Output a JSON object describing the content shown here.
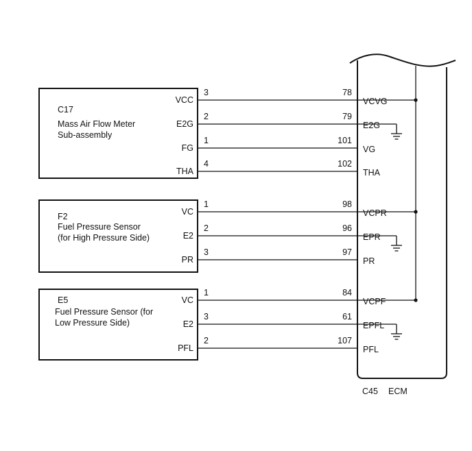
{
  "components": [
    {
      "code": "C17",
      "name_lines": [
        "Mass Air Flow Meter",
        "Sub-assembly"
      ],
      "wires": [
        {
          "terminal": "VCC",
          "pin": "3",
          "ecm_pin": "78",
          "ecm_terminal": "VCVG",
          "ecm_end": "vc_bus"
        },
        {
          "terminal": "E2G",
          "pin": "2",
          "ecm_pin": "79",
          "ecm_terminal": "E2G",
          "ecm_end": "ground"
        },
        {
          "terminal": "FG",
          "pin": "1",
          "ecm_pin": "101",
          "ecm_terminal": "VG",
          "ecm_end": "none"
        },
        {
          "terminal": "THA",
          "pin": "4",
          "ecm_pin": "102",
          "ecm_terminal": "THA",
          "ecm_end": "none"
        }
      ]
    },
    {
      "code": "F2",
      "name_lines": [
        "Fuel Pressure Sensor",
        "(for High Pressure Side)"
      ],
      "wires": [
        {
          "terminal": "VC",
          "pin": "1",
          "ecm_pin": "98",
          "ecm_terminal": "VCPR",
          "ecm_end": "vc_bus"
        },
        {
          "terminal": "E2",
          "pin": "2",
          "ecm_pin": "96",
          "ecm_terminal": "EPR",
          "ecm_end": "ground"
        },
        {
          "terminal": "PR",
          "pin": "3",
          "ecm_pin": "97",
          "ecm_terminal": "PR",
          "ecm_end": "none"
        }
      ]
    },
    {
      "code": "E5",
      "name_lines": [
        "Fuel Pressure Sensor (for",
        "Low Pressure Side)"
      ],
      "wires": [
        {
          "terminal": "VC",
          "pin": "1",
          "ecm_pin": "84",
          "ecm_terminal": "VCPF",
          "ecm_end": "vc_bus"
        },
        {
          "terminal": "E2",
          "pin": "3",
          "ecm_pin": "61",
          "ecm_terminal": "EPFL",
          "ecm_end": "ground"
        },
        {
          "terminal": "PFL",
          "pin": "2",
          "ecm_pin": "107",
          "ecm_terminal": "PFL",
          "ecm_end": "none"
        }
      ]
    }
  ],
  "ecm": {
    "connector": "C45",
    "label": "ECM"
  },
  "icons": {
    "ground": "ground-symbol-icon",
    "junction": "junction-dot-icon"
  }
}
